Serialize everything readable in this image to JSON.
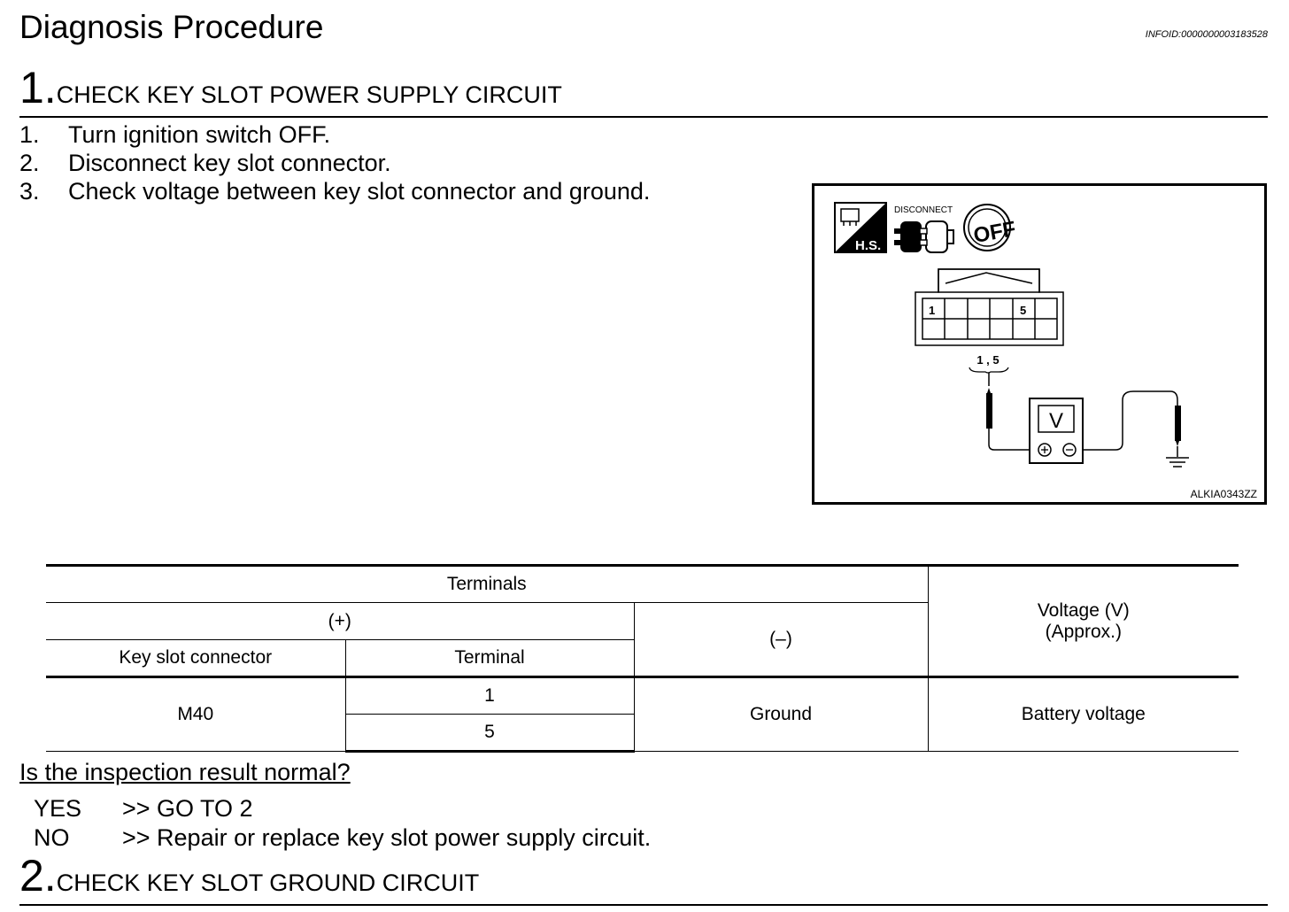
{
  "page_title": "Diagnosis Procedure",
  "info_id": "INFOID:0000000003183528",
  "step1": {
    "number": "1.",
    "title": "CHECK KEY SLOT POWER SUPPLY CIRCUIT"
  },
  "instructions": [
    {
      "num": "1.",
      "text": "Turn ignition switch OFF."
    },
    {
      "num": "2.",
      "text": "Disconnect key slot connector."
    },
    {
      "num": "3.",
      "text": "Check voltage between key slot connector and ground."
    }
  ],
  "figure": {
    "hs_label": "H.S.",
    "disconnect_label": "DISCONNECT",
    "off_label": "OFF",
    "pin_1": "1",
    "pin_5": "5",
    "probe_label": "1 , 5",
    "meter_label": "V",
    "figure_id": "ALKIA0343ZZ"
  },
  "table": {
    "terminals": "Terminals",
    "plus": "(+)",
    "minus": "(–)",
    "voltage_line1": "Voltage (V)",
    "voltage_line2": "(Approx.)",
    "key_slot_connector": "Key slot connector",
    "terminal": "Terminal",
    "connector_value": "M40",
    "terminal_values": [
      "1",
      "5"
    ],
    "minus_value": "Ground",
    "voltage_value": "Battery voltage"
  },
  "question": "Is the inspection result normal?",
  "answers": [
    {
      "key": "YES",
      "text": ">> GO TO 2"
    },
    {
      "key": "NO",
      "text": ">> Repair or replace key slot power supply circuit."
    }
  ],
  "step2": {
    "number": "2.",
    "title": "CHECK KEY SLOT GROUND CIRCUIT"
  }
}
